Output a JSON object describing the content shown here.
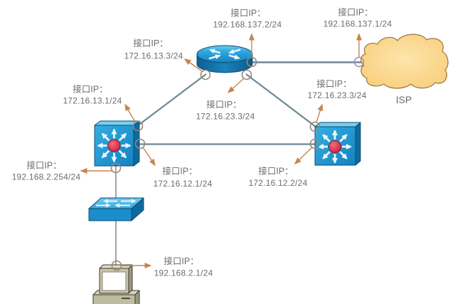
{
  "diagram": {
    "devices": [
      {
        "id": "router",
        "kind": "router"
      },
      {
        "id": "isp",
        "kind": "cloud",
        "label": "ISP"
      },
      {
        "id": "core-switch-left",
        "kind": "multilayer-switch"
      },
      {
        "id": "core-switch-right",
        "kind": "multilayer-switch"
      },
      {
        "id": "access-switch",
        "kind": "workgroup-switch"
      },
      {
        "id": "pc",
        "kind": "workstation"
      }
    ],
    "links": [
      {
        "from": "router",
        "to": "isp"
      },
      {
        "from": "router",
        "to": "core-switch-left"
      },
      {
        "from": "router",
        "to": "core-switch-right"
      },
      {
        "from": "core-switch-left",
        "to": "core-switch-right"
      },
      {
        "from": "core-switch-left",
        "to": "access-switch"
      },
      {
        "from": "access-switch",
        "to": "pc"
      }
    ],
    "interfaces": [
      {
        "device": "router",
        "link": "router-isp",
        "title": "接口IP：",
        "ip": "192.168.137.2/24"
      },
      {
        "device": "isp",
        "link": "router-isp",
        "title": "接口IP：",
        "ip": "192.168.137.1/24"
      },
      {
        "device": "router",
        "link": "router-core-switch-left",
        "title": "接口IP：",
        "ip": "172.16.13.3/24"
      },
      {
        "device": "core-switch-left",
        "link": "router-core-switch-left",
        "title": "接口IP：",
        "ip": "172.16.13.1/24"
      },
      {
        "device": "router",
        "link": "router-core-switch-right",
        "title": "接口IP：",
        "ip": "172.16.23.3/24"
      },
      {
        "device": "core-switch-right",
        "link": "router-core-switch-right",
        "title": "接口IP：",
        "ip": "172.16.23.3/24"
      },
      {
        "device": "core-switch-left",
        "link": "core-switch-left-right",
        "title": "接口IP：",
        "ip": "172.16.12.1/24"
      },
      {
        "device": "core-switch-right",
        "link": "core-switch-left-right",
        "title": "接口IP：",
        "ip": "172.16.12.2/24"
      },
      {
        "device": "core-switch-left",
        "link": "core-switch-left-access-switch",
        "title": "接口IP：",
        "ip": "192.168.2.254/24"
      },
      {
        "device": "pc",
        "link": "access-switch-pc",
        "title": "接口IP：",
        "ip": "192.168.2.1/24"
      }
    ]
  },
  "colors": {
    "link": "#6f8796",
    "interface_arrow": "#c5854f",
    "port_ring": "#9b8677",
    "label_text": "#6d6d6d",
    "cloud_fill": "#fbd88f",
    "cloud_outline": "#97763e",
    "device_blue": "#1e93cf",
    "switch_core": "#e0304a"
  }
}
